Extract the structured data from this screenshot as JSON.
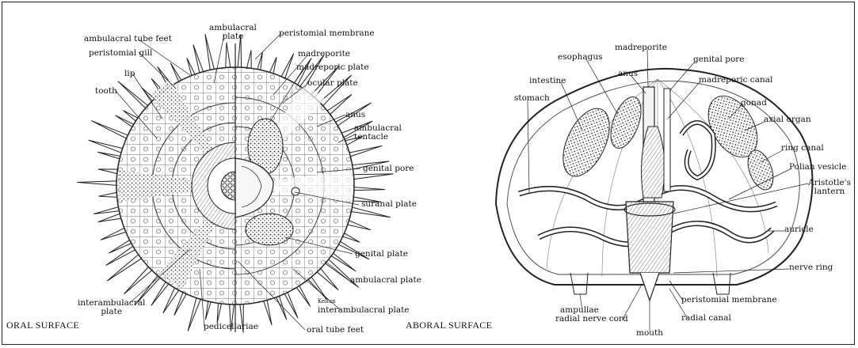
{
  "left_diagram": {
    "caption_oral": "ORAL SURFACE",
    "caption_aboral": "ABORAL SURFACE",
    "labels": {
      "ambulacral_tube_feet": "ambulacral tube feet",
      "ambulacral_plate_top": "ambulacral\nplate",
      "peristomial_membrane": "peristomial membrane",
      "peristomial_gill": "peristomial gill",
      "madreporite": "madreporite",
      "madreporic_plate": "madreporic plate",
      "lip": "lip",
      "ocular_plate": "ocular plate",
      "tooth": "tooth",
      "anus": "anus",
      "ambulacral_tentacle": "ambulacral\ntentacle",
      "genital_pore": "genital pore",
      "suranal_plate": "suranal plate",
      "genital_plate": "genital plate",
      "ambulacral_plate": "ambulacral plate",
      "interambulacral_plate_left": "interambulacral\nplate",
      "interambulacral_plate_right": "interambulacral plate",
      "pedicellariae": "pedicellariae",
      "oral_tube_feet": "oral tube feet",
      "small_mark": "Kellun"
    }
  },
  "right_diagram": {
    "labels": {
      "esophagus": "esophagus",
      "madreporite": "madreporite",
      "genital_pore": "genital pore",
      "intestine": "intestine",
      "anus": "anus",
      "madreporic_canal": "madreporic canal",
      "stomach": "stomach",
      "gonad": "gonad",
      "axial_organ": "axial organ",
      "ring_canal": "ring canal",
      "polian_vesicle": "Polian vesicle",
      "aristotles_lantern": "Aristotle's\nlantern",
      "auricle": "auricle",
      "nerve_ring": "nerve ring",
      "ampullae": "ampullae",
      "peristomial_membrane": "peristomial membrane",
      "radial_nerve_cord": "radial nerve cord",
      "radial_canal": "radial canal",
      "mouth": "mouth"
    }
  }
}
